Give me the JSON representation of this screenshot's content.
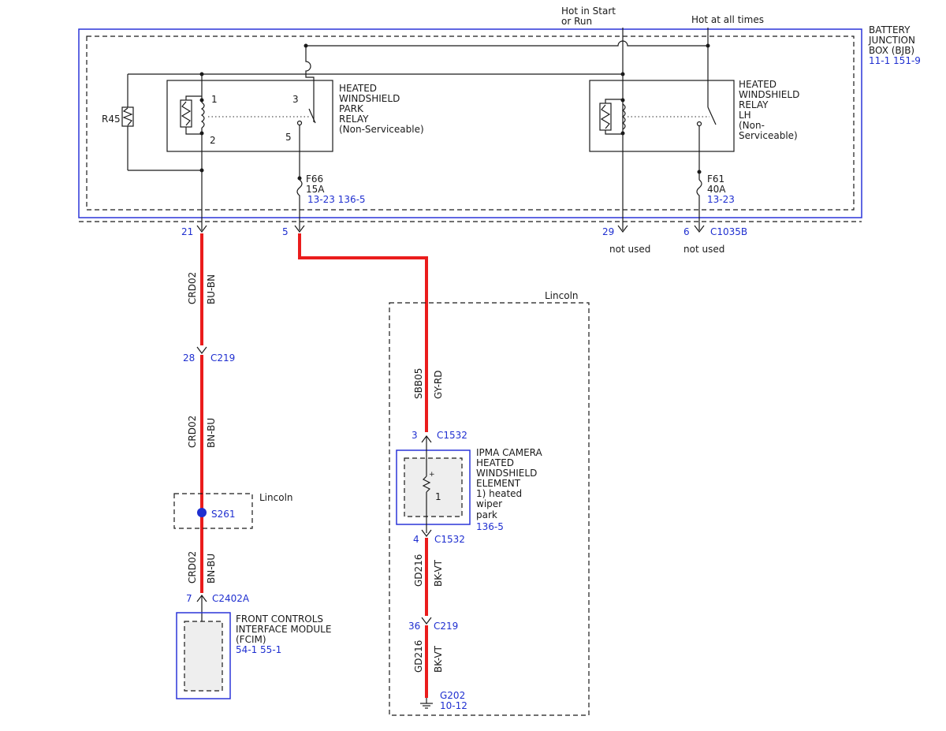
{
  "supplies": {
    "hot_start_run_line1": "Hot in Start",
    "hot_start_run_line2": "or Run",
    "hot_all_times": "Hot at all times"
  },
  "bjb": {
    "title_lines": [
      "BATTERY",
      "JUNCTION",
      "BOX (BJB)"
    ],
    "refs": "11-1   151-9"
  },
  "resistor": {
    "label": "R45"
  },
  "park_relay": {
    "lines": [
      "HEATED",
      "WINDSHIELD",
      "PARK",
      "RELAY",
      "(Non-Serviceable)"
    ],
    "pins": [
      "1",
      "2",
      "3",
      "5"
    ]
  },
  "lh_relay": {
    "lines": [
      "HEATED",
      "WINDSHIELD",
      "RELAY",
      "LH",
      "(Non-",
      "Serviceable)"
    ]
  },
  "fuse_f66": {
    "name": "F66",
    "rating": "15A",
    "refs": "13-23 136-5"
  },
  "fuse_f61": {
    "name": "F61",
    "rating": "40A",
    "refs": "13-23"
  },
  "bjb_pins": {
    "p21": "21",
    "p5": "5",
    "p29": "29",
    "p6": "6",
    "connector": "C1035B",
    "not_used_1": "not used",
    "not_used_2": "not used"
  },
  "left_branch": {
    "wire1_circuit": "CRD02",
    "wire1_color": "BU-BN",
    "c219_pin": "28",
    "c219": "C219",
    "wire2_circuit": "CRD02",
    "wire2_color": "BN-BU",
    "lincoln_label": "Lincoln",
    "splice": "S261",
    "wire3_circuit": "CRD02",
    "wire3_color": "BN-BU",
    "c2402a_pin": "7",
    "c2402a": "C2402A"
  },
  "fcim": {
    "lines": [
      "FRONT CONTROLS",
      "INTERFACE MODULE",
      "(FCIM)"
    ],
    "refs": "54-1   55-1"
  },
  "right_branch": {
    "lincoln_label": "Lincoln",
    "wire1_circuit": "SBB05",
    "wire1_color": "GY-RD",
    "c1532_top_pin": "3",
    "c1532_top": "C1532",
    "c1532_bot_pin": "4",
    "c1532_bot": "C1532",
    "wire2_circuit": "GD216",
    "wire2_color": "BK-VT",
    "c219_pin": "36",
    "c219": "C219",
    "wire3_circuit": "GD216",
    "wire3_color": "BK-VT",
    "ground": "G202",
    "ground_ref": "10-12"
  },
  "ipma": {
    "lines": [
      "IPMA CAMERA",
      "HEATED",
      "WINDSHIELD",
      "ELEMENT",
      "1) heated",
      "wiper",
      "park"
    ],
    "ref": "136-5",
    "element_pin": "1",
    "element_plus": "+"
  },
  "colors": {
    "wire": "#ea1c1c",
    "reference_text": "#1f2fd0",
    "module_outline": "#2b35d8",
    "splice_dot": "#1f2fd0"
  }
}
